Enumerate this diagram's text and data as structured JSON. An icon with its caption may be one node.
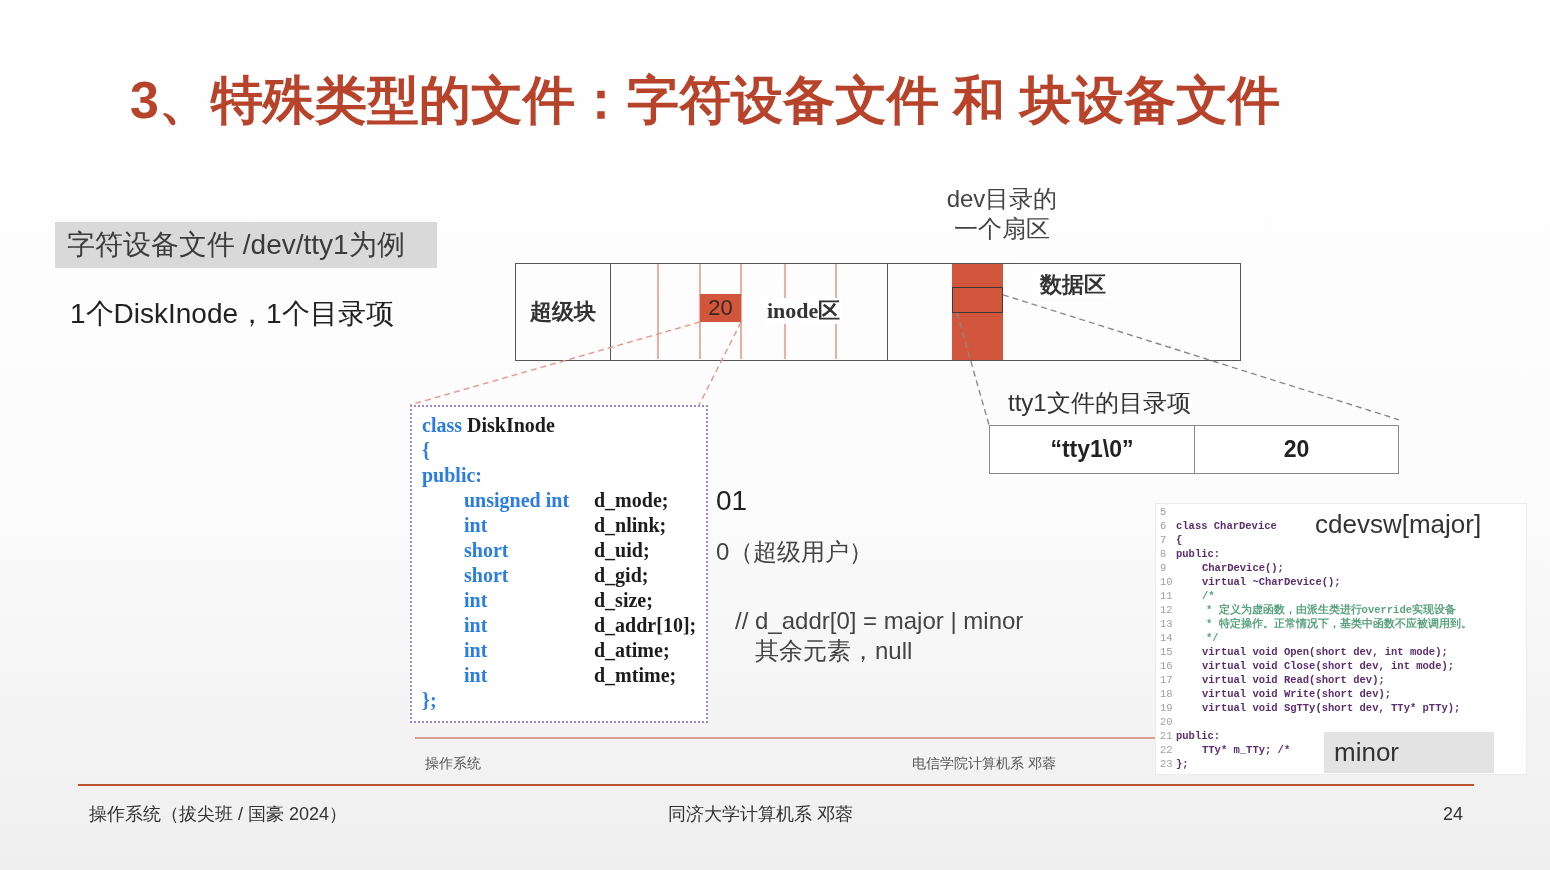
{
  "diagram": {
    "title": "3、特殊类型的文件：字符设备文件 和 块设备文件",
    "nodes": [
      {
        "text": [
          "字符设备文件 /dev/tty1为例"
        ]
      },
      {
        "text": [
          "超级块"
        ]
      },
      {
        "text": [
          "inode区"
        ]
      },
      {
        "text": [
          "20"
        ],
        "in": 2
      },
      {
        "text": [
          "数据区"
        ]
      },
      {
        "text": [],
        "shape": "bar",
        "in": 4,
        "beside": [
          "dev目录的一个扇区"
        ]
      },
      {
        "text": [],
        "shape": "box",
        "in": 5
      },
      {
        "text": [
          "class DiskInode",
          "{",
          "public:",
          "unsigned int",
          "d_mode;",
          "int",
          "d_nlink;",
          "short",
          "d_uid;",
          "short",
          "d_gid;",
          "int",
          "d_size;",
          "int",
          "d_addr[10];",
          "int",
          "d_atime;",
          "int",
          "d_mtime;",
          "};"
        ],
        "beside": [
          "01",
          "0（超级用户）",
          "// d_addr[0] = major | minor 其余元素，null"
        ]
      },
      {
        "text": [
          "tty1文件的目录项"
        ]
      },
      {
        "text": [
          "“tty1\\0”"
        ],
        "in": 8
      },
      {
        "text": [
          "20"
        ],
        "in": 8
      },
      {
        "text": [
          "5",
          "6 class CharDevice",
          "7 {",
          "8 public:",
          "9 CharDevice();",
          "10 virtual ~CharDevice();",
          "11 /*",
          "12 * 定义为虚函数，由派生类进行override实现设备",
          "13 * 特定操作。正常情况下，基类中函数不应被调用到。",
          "14 */",
          "15 virtual void Open(short dev, int mode);",
          "16 virtual void Close(short dev, int mode);",
          "17 virtual void Read(short dev);",
          "18 virtual void Write(short dev);",
          "19 virtual void SgTTy(short dev, TTy* pTTy);",
          "20",
          "21 public:",
          "22 TTy* m_TTy; /*",
          "23 };"
        ]
      },
      {
        "text": [
          "minor"
        ],
        "in": 11
      }
    ],
    "edges": [
      {
        "from": 3,
        "to": 7,
        "arrow": "none",
        "style": "dashed",
        "color": "#e39a8c"
      },
      {
        "from": 3,
        "to": 7,
        "arrow": "none",
        "style": "dashed",
        "color": "#e39a8c"
      },
      {
        "from": 6,
        "to": 8,
        "arrow": "none",
        "style": "dashed",
        "color": "#8a8a8a"
      },
      {
        "from": 6,
        "to": 8,
        "arrow": "none",
        "style": "dashed",
        "color": "#8a8a8a"
      }
    ],
    "labels": [
      "1个DiskInode，1个目录项",
      "cdevsw[major]",
      "操作系统",
      "电信学院计算机系 邓蓉",
      "操作系统（拔尖班 / 国豪 2024）",
      "同济大学计算机系 邓蓉",
      "24"
    ]
  }
}
